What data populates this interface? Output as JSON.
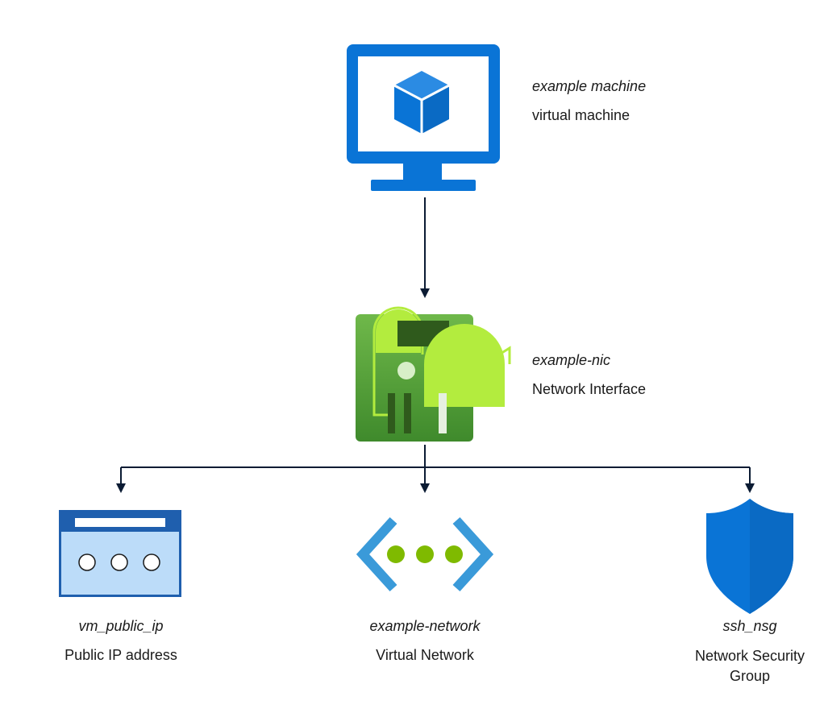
{
  "nodes": {
    "vm": {
      "name": "example machine",
      "type": "virtual machine"
    },
    "nic": {
      "name": "example-nic",
      "type": "Network Interface"
    },
    "pip": {
      "name": "vm_public_ip",
      "type": "Public IP address"
    },
    "vnet": {
      "name": "example-network",
      "type": "Virtual Network"
    },
    "nsg": {
      "name": "ssh_nsg",
      "type_line1": "Network Security",
      "type_line2": "Group"
    }
  },
  "colors": {
    "azure_blue": "#0a74d6",
    "arrow": "#0b1b33",
    "nic_green": "#5aa83b",
    "nic_lime": "#b3ec3e",
    "vnet_blue": "#3a9ad9",
    "vnet_green": "#7fba00",
    "pip_dark": "#1f5fae",
    "pip_light": "#bcdcf9"
  },
  "icons": [
    "monitor-cube-icon",
    "network-card-icon",
    "public-ip-icon",
    "virtual-network-icon",
    "shield-icon"
  ]
}
